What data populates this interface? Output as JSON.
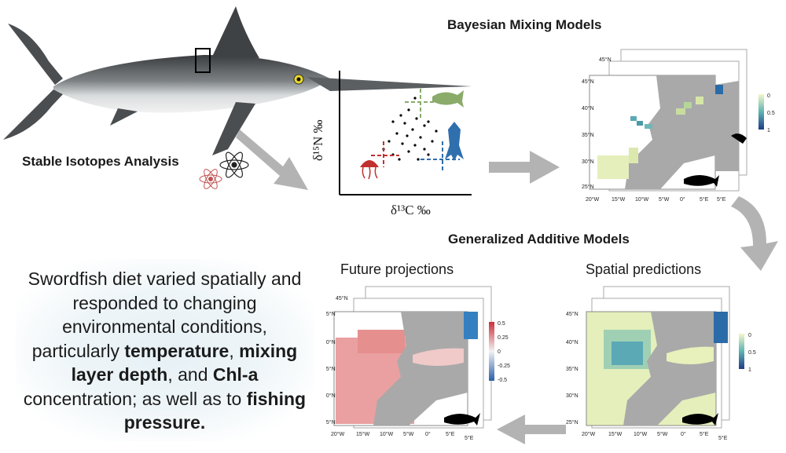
{
  "titles": {
    "stable_isotopes": "Stable Isotopes Analysis",
    "bayesian": "Bayesian Mixing Models",
    "gam": "Generalized Additive Models",
    "future": "Future projections",
    "spatial": "Spatial predictions"
  },
  "biplot": {
    "xlabel": "δ¹³C ‰",
    "ylabel": "δ¹⁵N ‰"
  },
  "map_axes": {
    "lat_labels": [
      "45°N",
      "40°N",
      "35°N",
      "30°N",
      "25°N"
    ],
    "lon_labels": [
      "20°W",
      "15°W",
      "10°W",
      "5°W",
      "0°",
      "5°E"
    ],
    "back_lat": "45°N",
    "back_lon": "5°E"
  },
  "legends": {
    "proportion": [
      "0",
      "0.5",
      "1"
    ],
    "change": [
      "0.5",
      "0.25",
      "0",
      "-0.25",
      "-0.5"
    ]
  },
  "summary": {
    "part1": "Swordfish diet varied spatially and responded to changing environmental conditions, particularly ",
    "bold1": "temperature",
    "part2": ", ",
    "bold2": "mixing layer depth",
    "part3": ", and ",
    "bold3": "Chl-a",
    "part4": " concentration; as well as to ",
    "bold4": "fishing pressure."
  },
  "colors": {
    "prey_green": "#8aab6a",
    "prey_red": "#c0302f",
    "prey_blue": "#2f6fad",
    "land": "#a9a9a9",
    "arrow": "#b3b3b3"
  }
}
